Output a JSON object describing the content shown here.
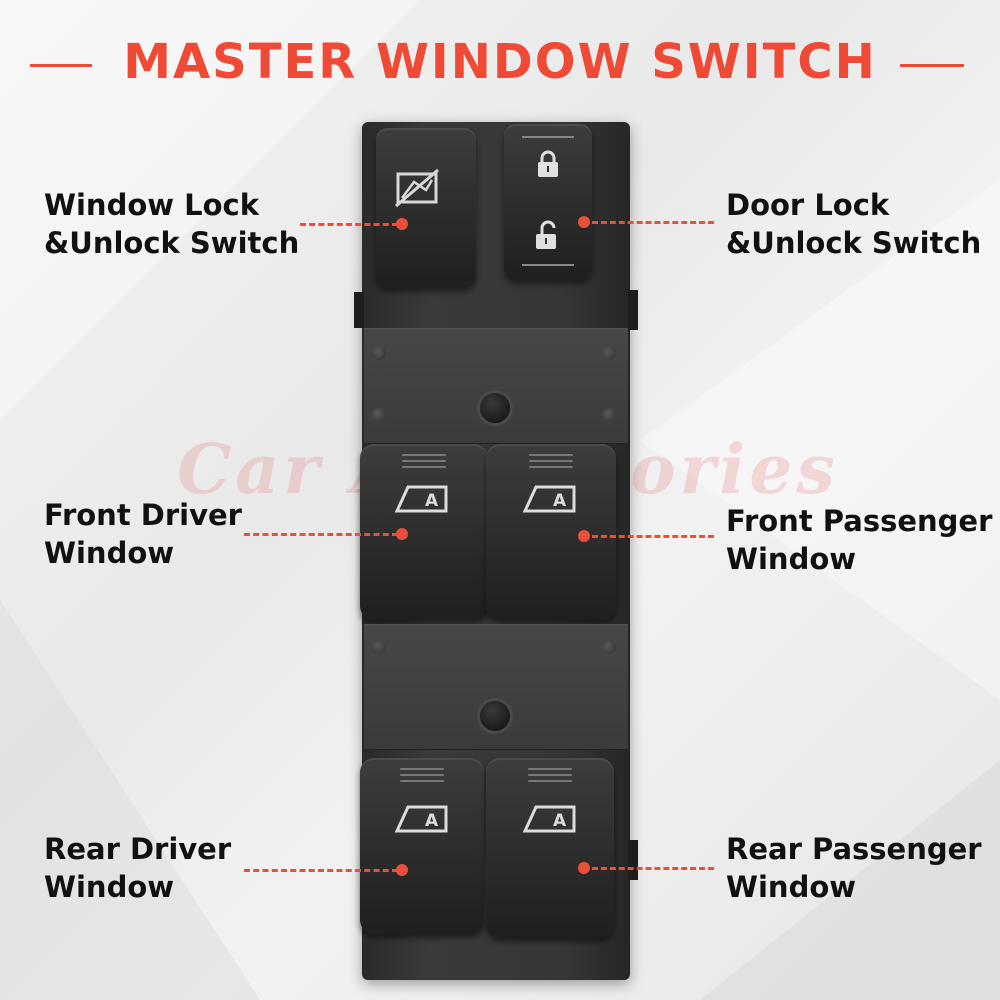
{
  "title": "MASTER WINDOW SWITCH",
  "watermark": "Car Accessories",
  "colors": {
    "accent": "#ee4a36",
    "label": "#111111",
    "switch_body": "#2e2e2e"
  },
  "callouts": {
    "window_lock": {
      "line1": "Window Lock",
      "line2": "&Unlock Switch"
    },
    "door_lock": {
      "line1": "Door Lock",
      "line2": "&Unlock Switch"
    },
    "front_driver": {
      "line1": "Front Driver",
      "line2": "Window"
    },
    "front_passenger": {
      "line1": "Front Passenger",
      "line2": "Window"
    },
    "rear_driver": {
      "line1": "Rear Driver",
      "line2": "Window"
    },
    "rear_passenger": {
      "line1": "Rear Passenger",
      "line2": "Window"
    }
  },
  "icons": {
    "window_lock": "window-lock-icon",
    "door_locked": "padlock-locked-icon",
    "door_unlocked": "padlock-unlocked-icon",
    "auto": "auto-window-icon"
  },
  "auto_letter": "A"
}
